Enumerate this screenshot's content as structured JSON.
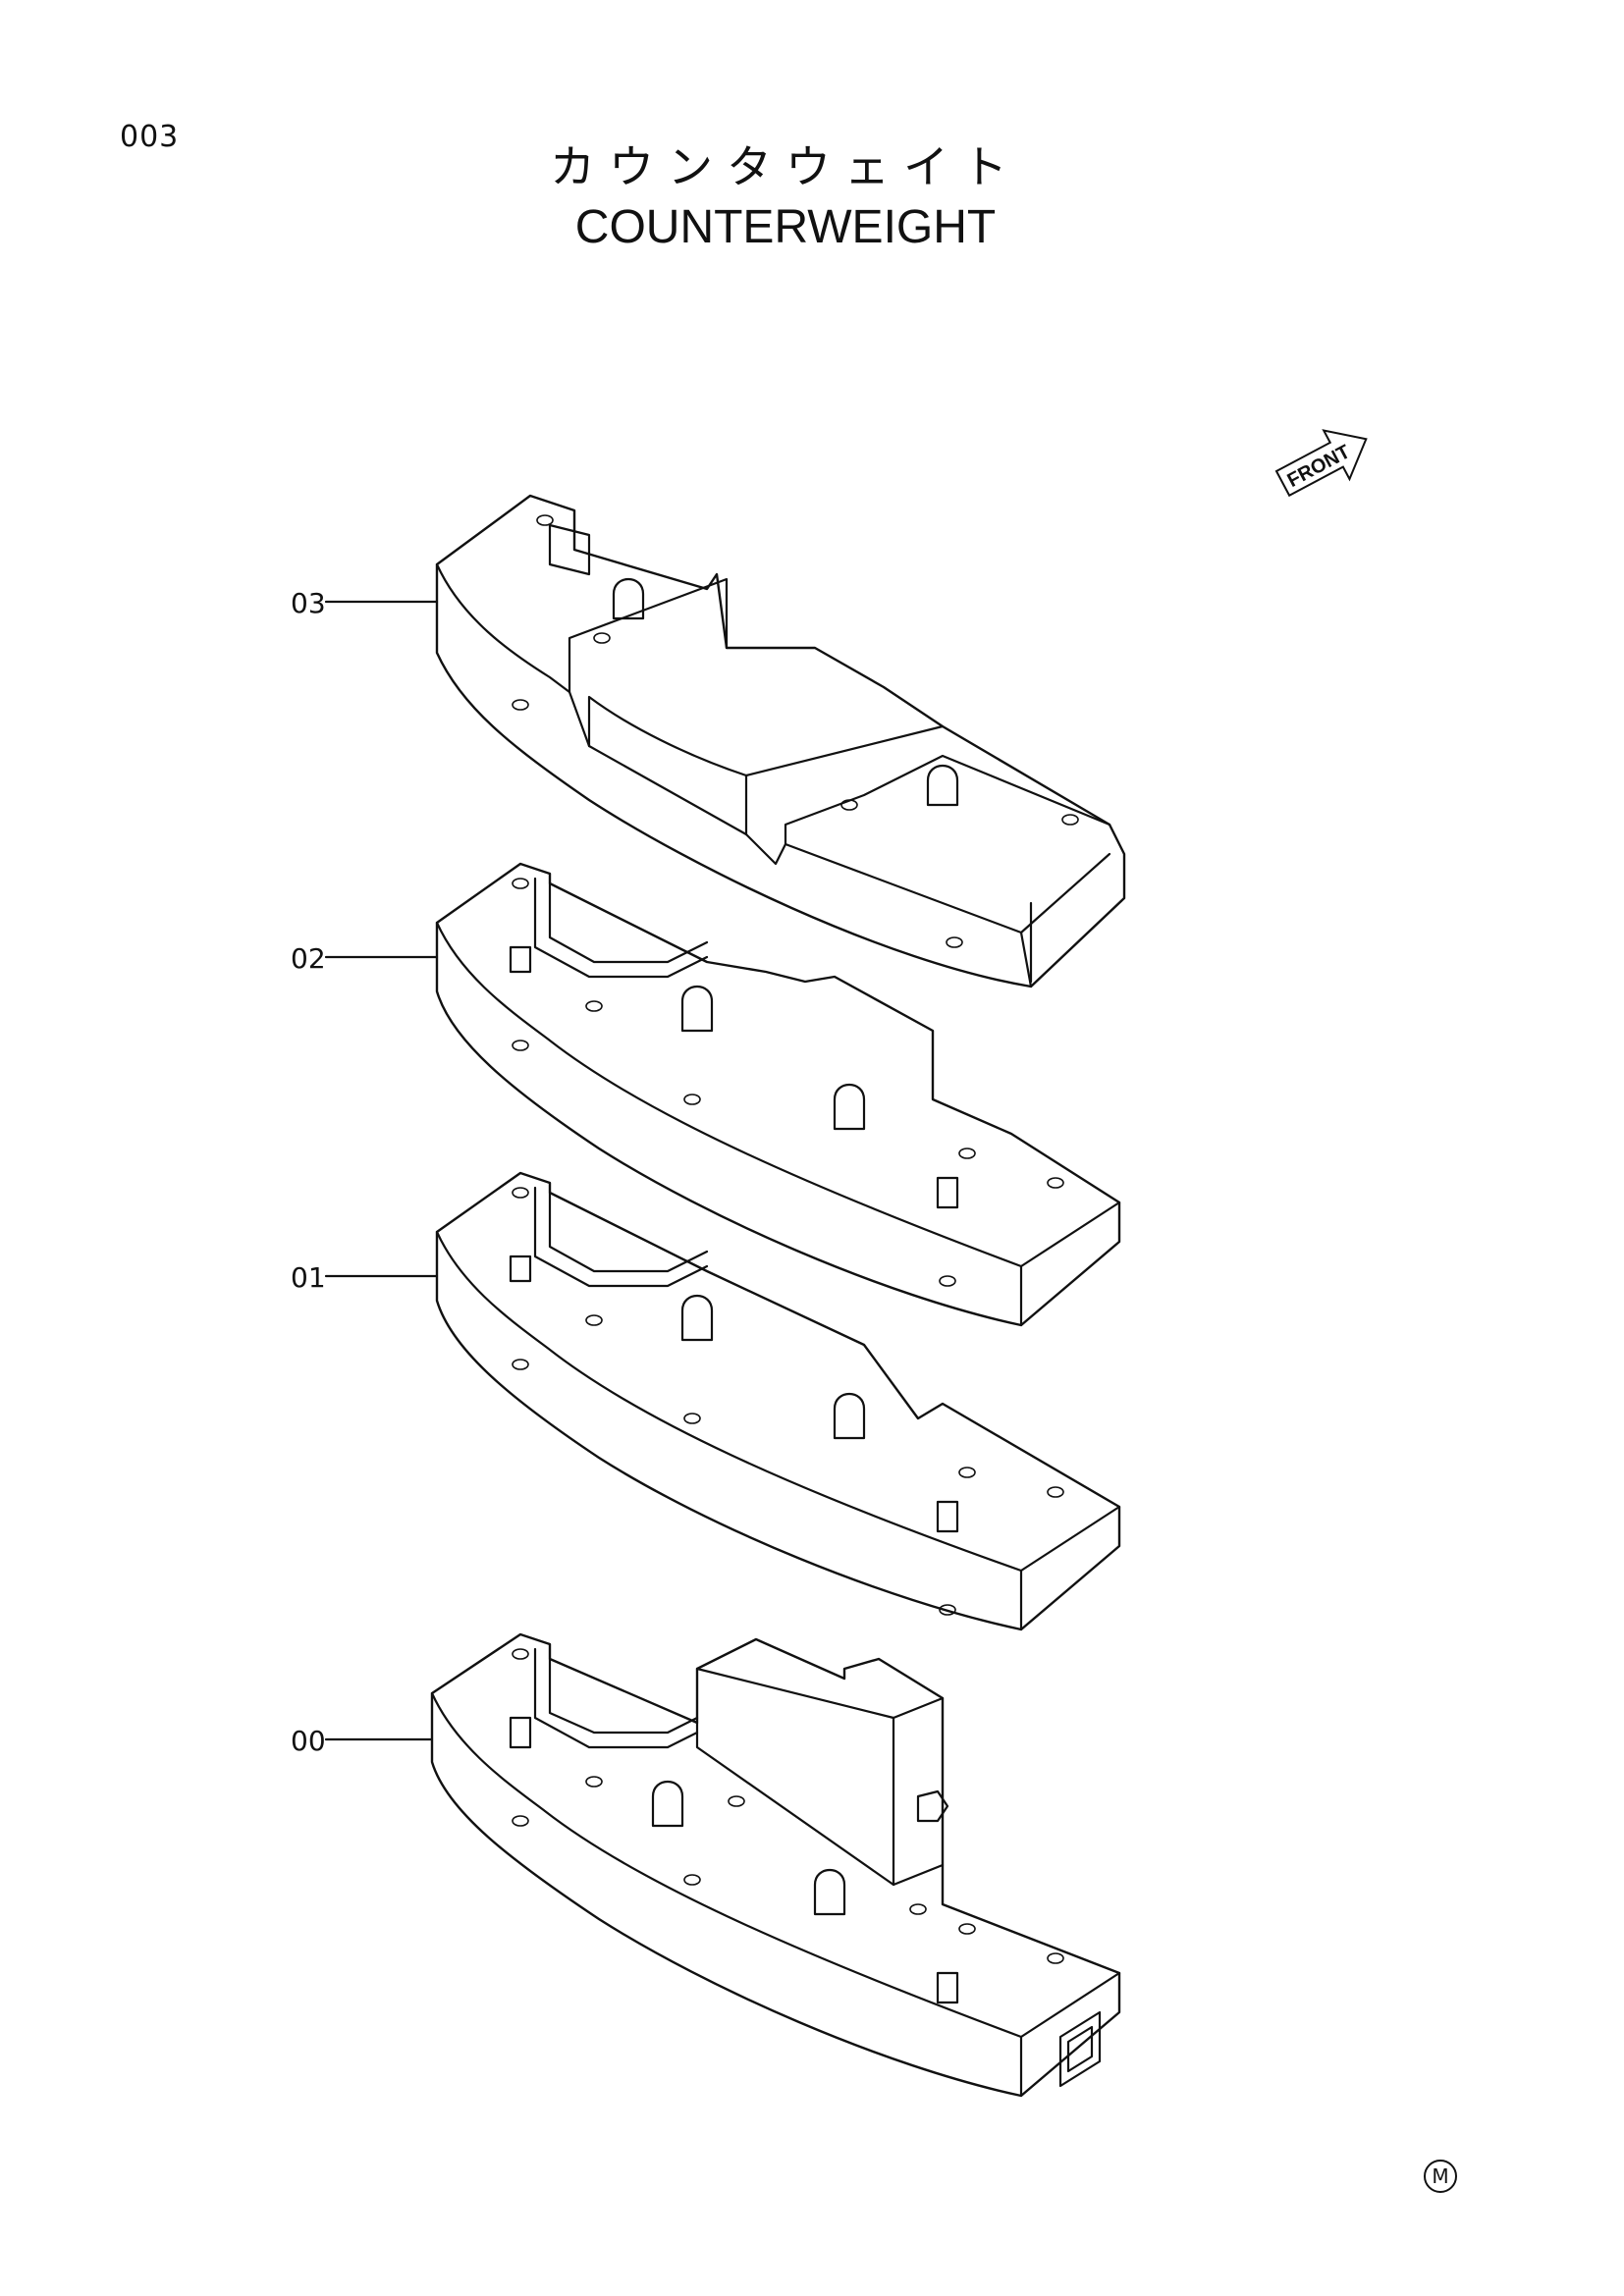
{
  "header": {
    "page_number": "003",
    "title_japanese": "カウンタウェイト",
    "title_english": "COUNTERWEIGHT"
  },
  "orientation_marker": {
    "label": "FRONT",
    "icon": "front-arrow-icon"
  },
  "callouts": [
    {
      "label": "03"
    },
    {
      "label": "02"
    },
    {
      "label": "01"
    },
    {
      "label": "00"
    }
  ],
  "footer": {
    "maker_mark": "M"
  }
}
